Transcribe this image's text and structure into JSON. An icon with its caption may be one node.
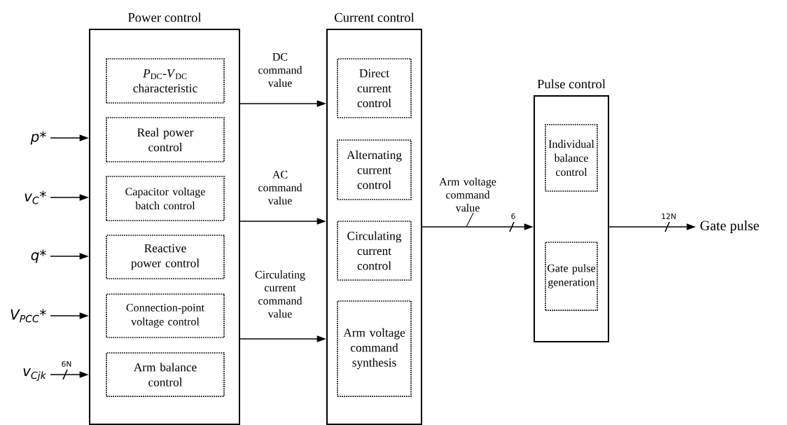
{
  "diagram": {
    "nodes": [
      {
        "text": [
          "Power control"
        ]
      },
      {
        "text": [
          "*P*$_{DC}$-*V*$_{DC}$ characteristic"
        ],
        "in": 0
      },
      {
        "text": [
          "Real power control"
        ],
        "in": 0
      },
      {
        "text": [
          "Capacitor voltage batch control"
        ],
        "in": 0
      },
      {
        "text": [
          "Reactive power control"
        ],
        "in": 0
      },
      {
        "text": [
          "Connection-point voltage control"
        ],
        "in": 0
      },
      {
        "text": [
          "Arm balance control"
        ],
        "in": 0
      },
      {
        "text": [
          "Current control"
        ]
      },
      {
        "text": [
          "Direct current control"
        ],
        "in": 7
      },
      {
        "text": [
          "Alternating current control"
        ],
        "in": 7
      },
      {
        "text": [
          "Circulating current control"
        ],
        "in": 7
      },
      {
        "text": [
          "Arm voltage command synthesis"
        ],
        "in": 7
      },
      {
        "text": [
          "Pulse control"
        ]
      },
      {
        "text": [
          "Individual balance control"
        ],
        "in": 12
      },
      {
        "text": [
          "Gate pulse generation"
        ],
        "in": 12
      },
      {
        "text": [
          "p*"
        ]
      },
      {
        "text": [
          "v$_{C}$*"
        ]
      },
      {
        "text": [
          "q*"
        ]
      },
      {
        "text": [
          "V$_{PCC}$*"
        ]
      },
      {
        "text": [
          "v$_{Cjk}$"
        ]
      },
      {
        "text": [
          "Gate pulse"
        ]
      }
    ],
    "edges": [
      {
        "from": 15,
        "to": 0,
        "arrow": "to"
      },
      {
        "from": 16,
        "to": 0,
        "arrow": "to"
      },
      {
        "from": 17,
        "to": 0,
        "arrow": "to"
      },
      {
        "from": 18,
        "to": 0,
        "arrow": "to"
      },
      {
        "from": 19,
        "to": 0,
        "arrow": "to"
      },
      {
        "from": 0,
        "to": 7,
        "arrow": "to",
        "label": "DC command value"
      },
      {
        "from": 0,
        "to": 7,
        "arrow": "to",
        "label": "AC command value"
      },
      {
        "from": 0,
        "to": 7,
        "arrow": "to",
        "label": "Circulating current command value"
      },
      {
        "from": 7,
        "to": 12,
        "arrow": "to",
        "label": "Arm voltage command value"
      },
      {
        "from": 12,
        "to": 20,
        "arrow": "to"
      }
    ],
    "labels": [
      "6",
      "12N",
      "6N"
    ]
  }
}
